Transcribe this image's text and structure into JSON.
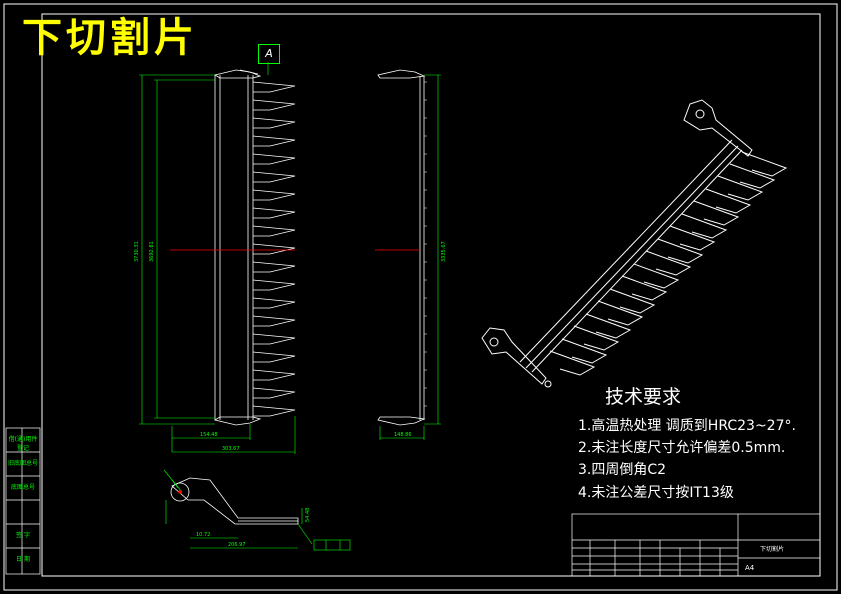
{
  "drawing_title": "下切割片",
  "datum_label": "A",
  "tech_requirements": {
    "title": "技术要求",
    "notes": [
      "1.高温热处理  调质到HRC23~27°.",
      "2.未注长度尺寸允许偏差0.5mm.",
      "3.四周倒角C2",
      "4.未注公差尺寸按IT13级"
    ]
  },
  "side_labels": [
    "借(通)用件登记",
    "旧底图总号",
    "底图总号",
    "签 字",
    "日 期"
  ],
  "title_block": {
    "part_name": "下切割片",
    "sheet_label": "A4"
  },
  "dimensions": {
    "front_total_height": "3730.31",
    "front_inner_height": "3692.81",
    "front_bottom_inner": "154.48",
    "front_bottom_total": "303.67",
    "side_height": "3335.67",
    "side_bottom": "148.86",
    "detail_width_1": "10.72",
    "detail_width_2": "206.97",
    "detail_height": "54.48"
  },
  "colors": {
    "background": "#000000",
    "lines": "#ffffff",
    "dimensions": "#00ff00",
    "centerline": "#ff0000",
    "title": "#ffff00"
  }
}
